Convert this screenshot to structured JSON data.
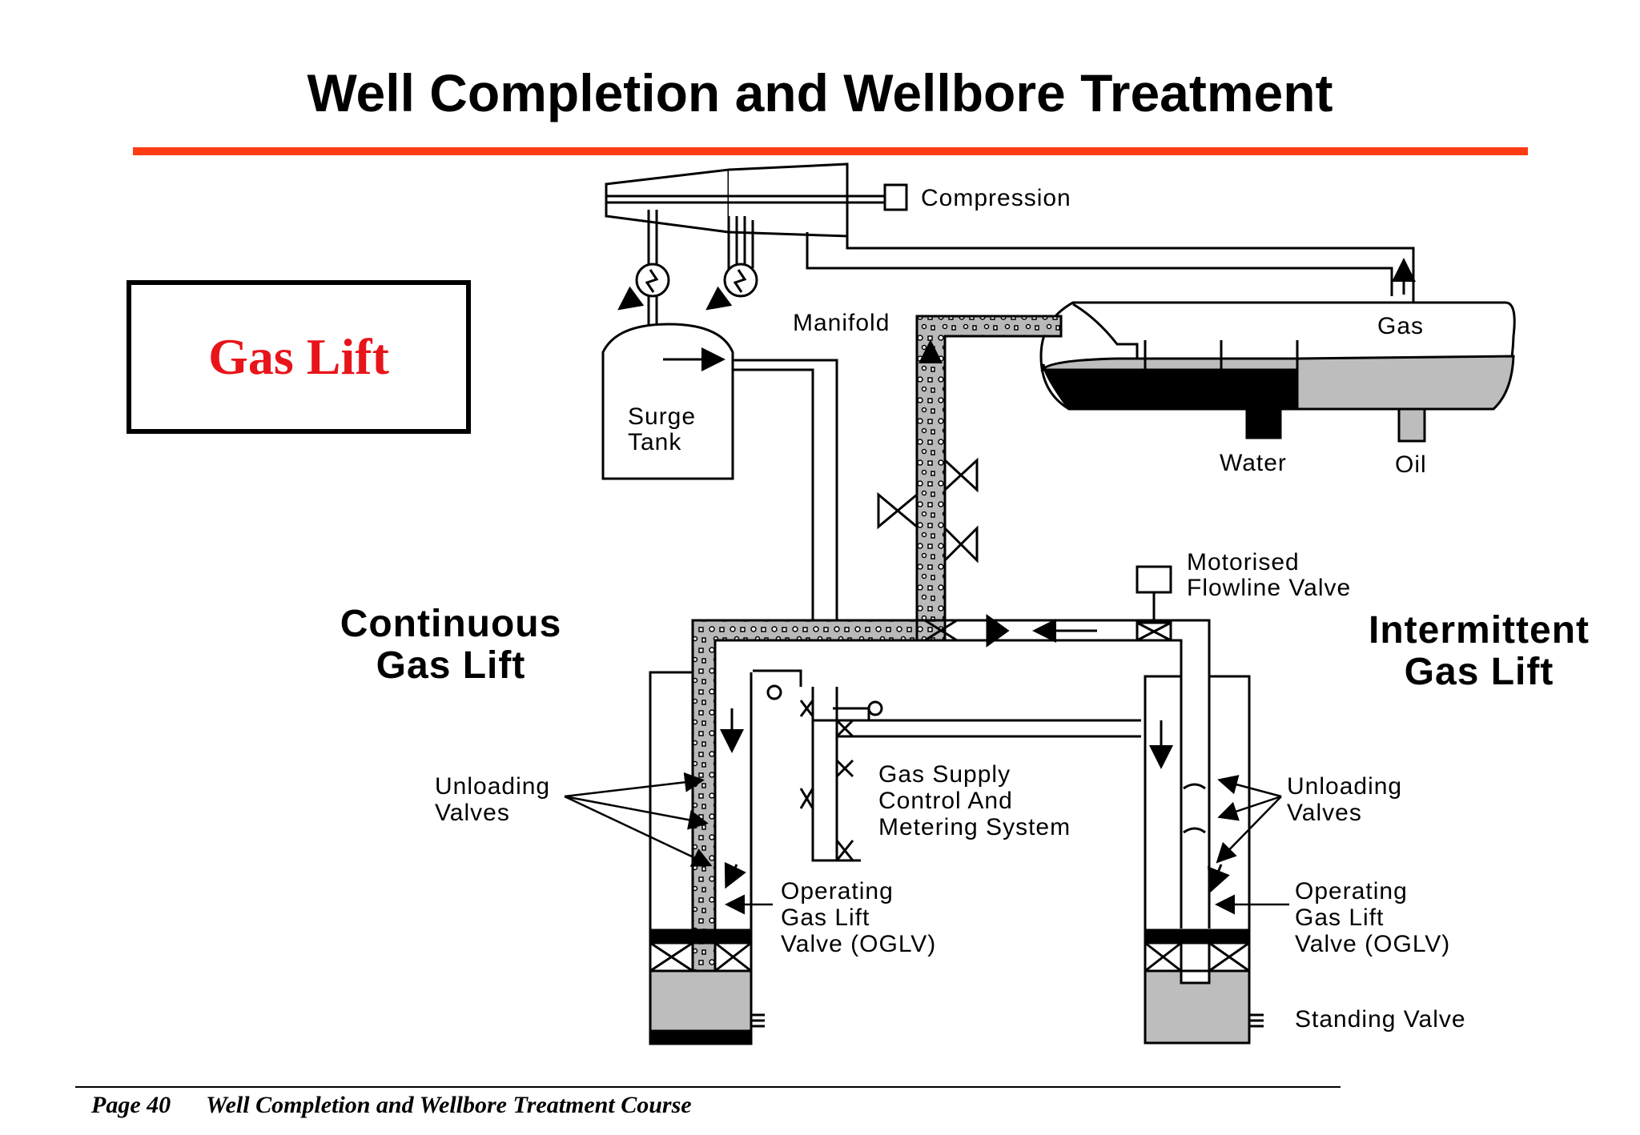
{
  "title": "Well Completion and Wellbore Treatment",
  "box_label": "Gas Lift",
  "labels": {
    "compression": "Compression",
    "manifold": "Manifold",
    "gas": "Gas",
    "surge_tank_1": "Surge",
    "surge_tank_2": "Tank",
    "water": "Water",
    "oil": "Oil",
    "motorised_1": "Motorised",
    "motorised_2": "Flowline Valve",
    "continuous_1": "Continuous",
    "continuous_2": "Gas Lift",
    "intermittent_1": "Intermittent",
    "intermittent_2": "Gas Lift",
    "unloading_left_1": "Unloading",
    "unloading_left_2": "Valves",
    "unloading_right_1": "Unloading",
    "unloading_right_2": "Valves",
    "gas_supply_1": "Gas Supply",
    "gas_supply_2": "Control And",
    "gas_supply_3": "Metering System",
    "oglv_left_1": "Operating",
    "oglv_left_2": "Gas Lift",
    "oglv_left_3": "Valve (OGLV)",
    "oglv_right_1": "Operating",
    "oglv_right_2": "Gas Lift",
    "oglv_right_3": "Valve (OGLV)",
    "standing_valve": "Standing Valve"
  },
  "footer": {
    "page": "Page 40",
    "course": "Well Completion and Wellbore Treatment Course"
  }
}
